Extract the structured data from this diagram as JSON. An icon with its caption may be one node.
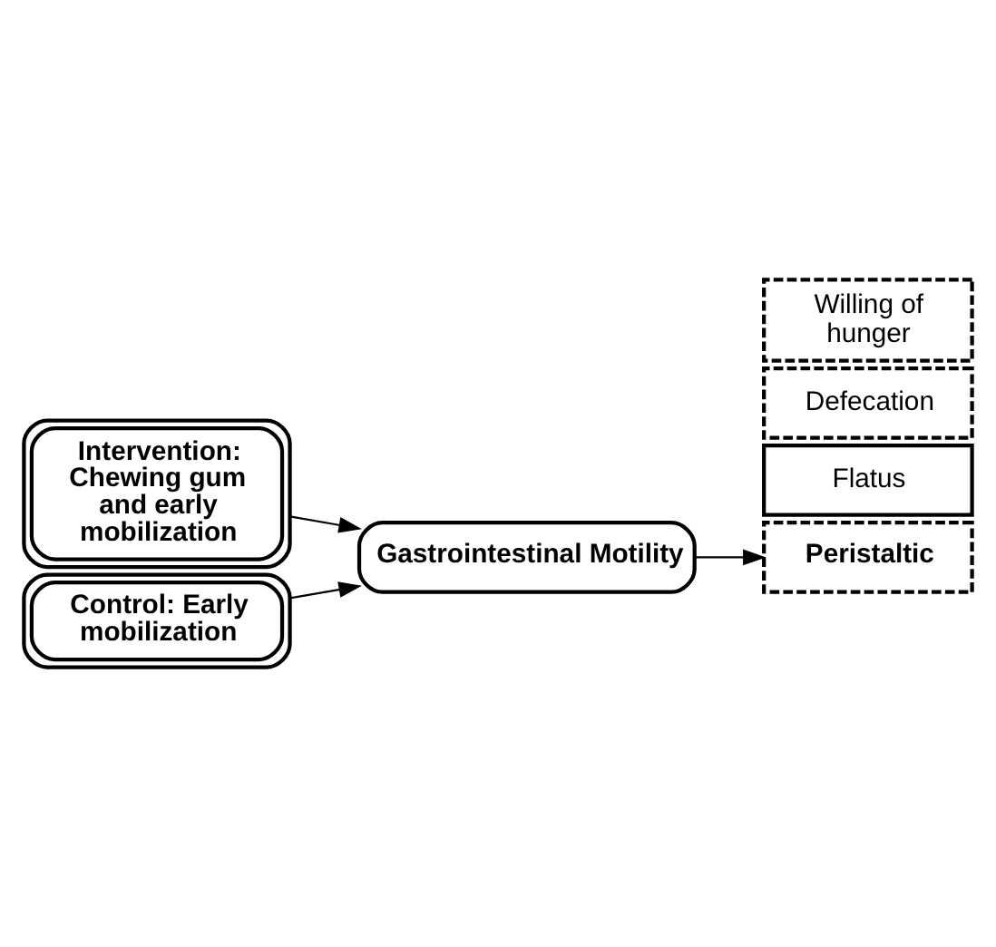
{
  "diagram": {
    "nodes": [
      {
        "text": [
          "Intervention: Chewing gum and early mobilization"
        ]
      },
      {
        "text": [
          "Control: Early mobilization"
        ]
      },
      {
        "text": [
          "Gastrointestinal Motility"
        ]
      },
      {
        "text": [
          "Peristaltic"
        ]
      },
      {
        "text": [
          "Flatus"
        ]
      },
      {
        "text": [
          "Defecation"
        ]
      },
      {
        "text": [
          "Willing of hunger"
        ]
      }
    ],
    "edges": [
      {
        "from": 0,
        "to": 2,
        "arrow": "to"
      },
      {
        "from": 1,
        "to": 2,
        "arrow": "to"
      },
      {
        "from": 2,
        "to": 3,
        "arrow": "to"
      }
    ]
  }
}
